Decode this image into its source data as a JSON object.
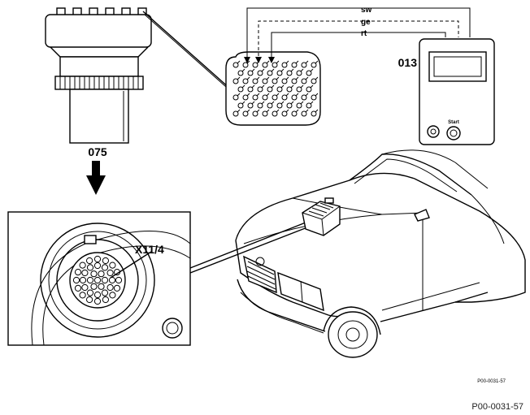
{
  "labels": {
    "adapter": "075",
    "tester": "013",
    "socket": "X11/4",
    "tester_button": "Start",
    "drawing_code": "P00-0031-57",
    "reference": "P00-0031-57"
  },
  "wires": [
    "sw",
    "ge",
    "rt"
  ]
}
